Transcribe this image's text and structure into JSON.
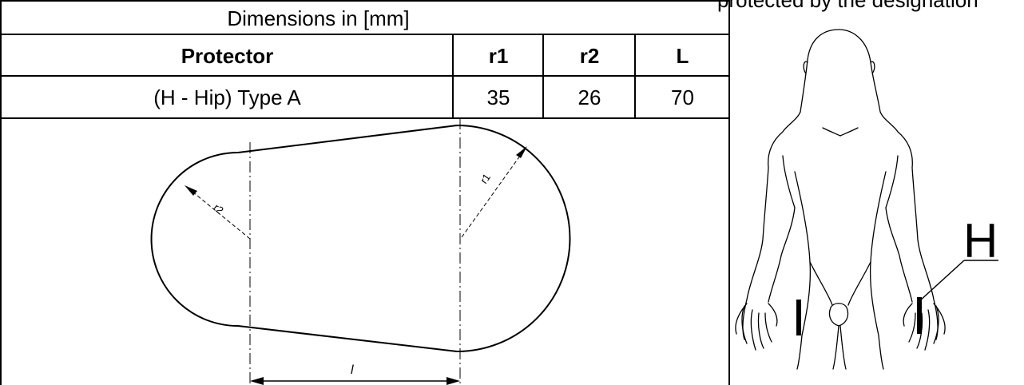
{
  "top_partial_text": "protected by the designation",
  "table": {
    "caption": "Dimensions in [mm]",
    "headers": [
      "Protector",
      "r1",
      "r2",
      "L"
    ],
    "row": {
      "protector": "(H - Hip) Type A",
      "r1": "35",
      "r2": "26",
      "L": "70"
    }
  },
  "drawing": {
    "label_r1": "r1",
    "label_r2": "r2",
    "label_l": "l"
  },
  "body_figure": {
    "zone_label": "H"
  }
}
